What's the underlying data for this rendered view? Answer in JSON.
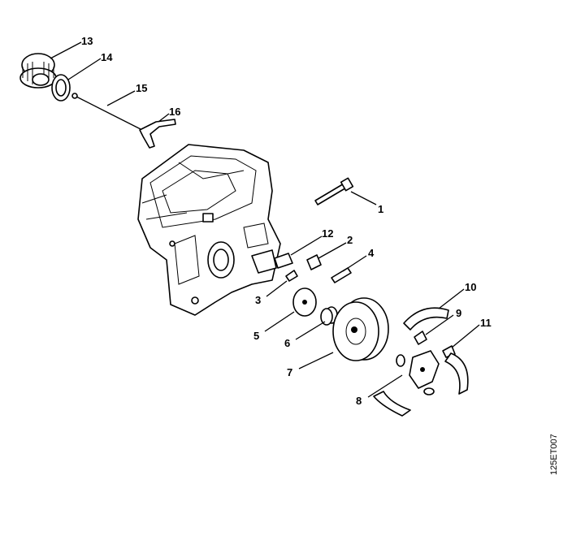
{
  "diagram": {
    "drawing_code": "125ET007",
    "callouts": [
      {
        "id": "13",
        "label": "13"
      },
      {
        "id": "14",
        "label": "14"
      },
      {
        "id": "15",
        "label": "15"
      },
      {
        "id": "16",
        "label": "16"
      },
      {
        "id": "1",
        "label": "1"
      },
      {
        "id": "12",
        "label": "12"
      },
      {
        "id": "2",
        "label": "2"
      },
      {
        "id": "4",
        "label": "4"
      },
      {
        "id": "3",
        "label": "3"
      },
      {
        "id": "10",
        "label": "10"
      },
      {
        "id": "9",
        "label": "9"
      },
      {
        "id": "11",
        "label": "11"
      },
      {
        "id": "5",
        "label": "5"
      },
      {
        "id": "6",
        "label": "6"
      },
      {
        "id": "7",
        "label": "7"
      },
      {
        "id": "8",
        "label": "8"
      }
    ]
  }
}
